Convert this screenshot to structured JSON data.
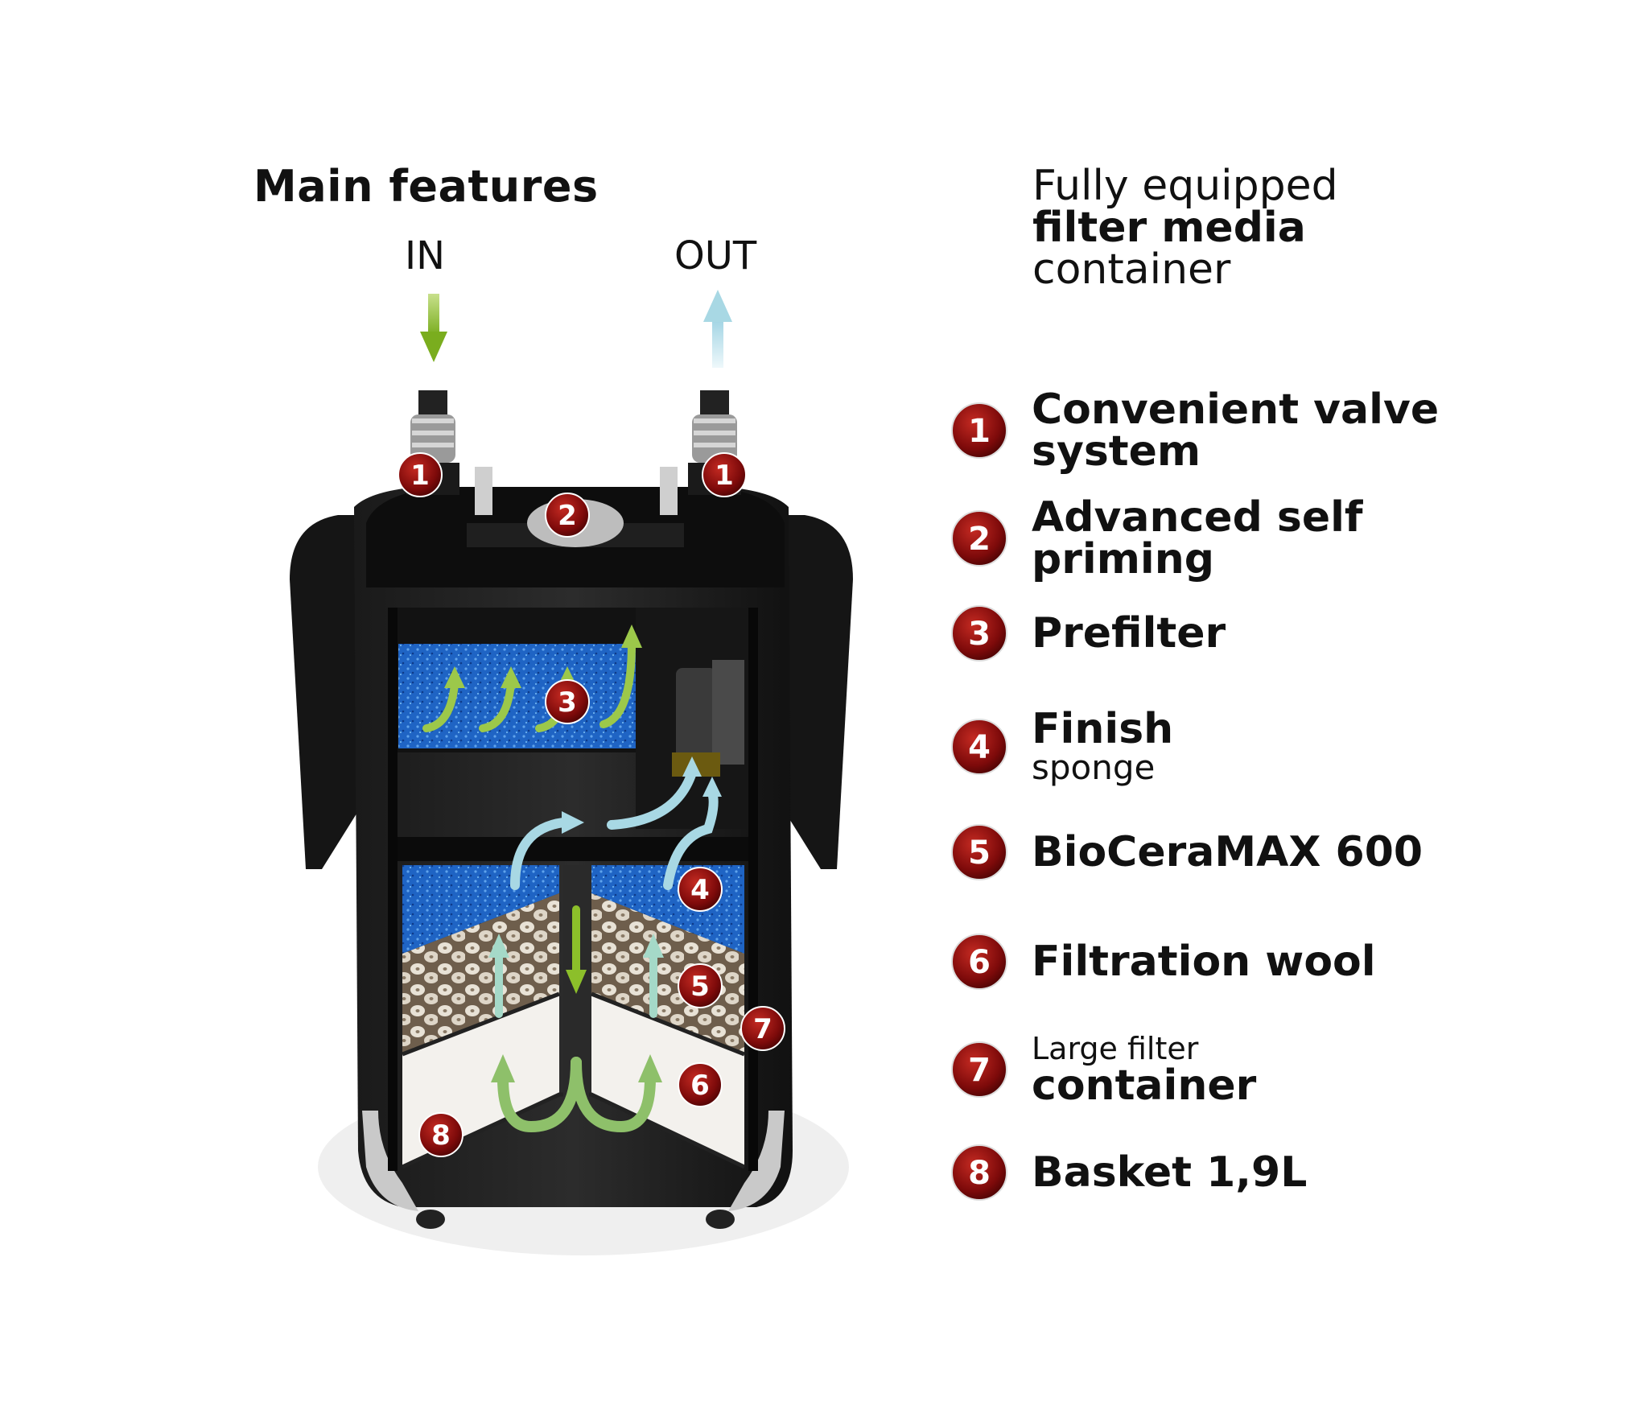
{
  "title": "Main features",
  "ports": {
    "in": "IN",
    "out": "OUT"
  },
  "heading": {
    "line1": "Fully equipped",
    "line2": "filter media",
    "line3": "container"
  },
  "callouts": [
    "1",
    "1",
    "2",
    "3",
    "4",
    "5",
    "6",
    "7",
    "8"
  ],
  "legend": [
    {
      "num": "1",
      "line1": "Convenient valve",
      "line2": "system"
    },
    {
      "num": "2",
      "line1": "Advanced self",
      "line2": "priming"
    },
    {
      "num": "3",
      "line1": "Prefilter"
    },
    {
      "num": "4",
      "line1": "Finish",
      "line2": "sponge"
    },
    {
      "num": "5",
      "line1": "BioCeraMAX 600"
    },
    {
      "num": "6",
      "line1": "Filtration wool"
    },
    {
      "num": "7",
      "line1": "Large filter",
      "line2": "container"
    },
    {
      "num": "8",
      "line1": "Basket 1,9L"
    }
  ],
  "colors": {
    "badge": "#8b0c0c",
    "inflow": "#8cbf2a",
    "outflow": "#a8d8e4",
    "sponge": "#1d5cb8",
    "body": "#111111"
  }
}
